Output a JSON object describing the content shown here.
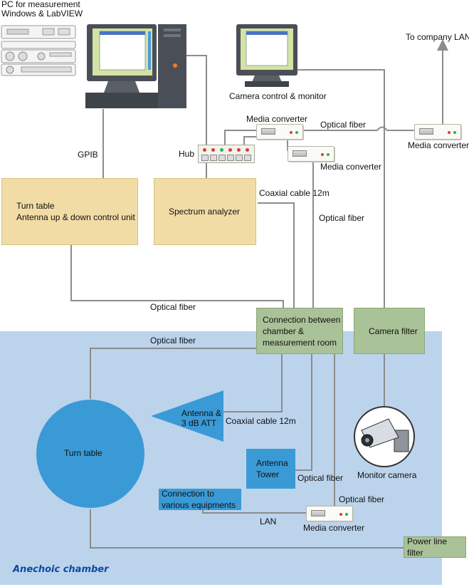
{
  "labels": {
    "pc_title_line1": "PC for measurement",
    "pc_title_line2": "Windows & LabVIEW",
    "camera_control": "Camera control & monitor",
    "to_company_lan": "To company LAN",
    "media_converter_top": "Media converter",
    "optical_fiber_top": "Optical fiber",
    "media_converter_right": "Media converter",
    "hub": "Hub",
    "media_converter_mid": "Media converter",
    "gpib": "GPIB",
    "coaxial_cable_top": "Coaxial cable 12m",
    "optical_fiber_mid": "Optical fiber",
    "optical_fiber_lower": "Optical fiber",
    "optical_fiber_chamber": "Optical fiber",
    "coaxial_cable_chamber": "Coaxial cable 12m",
    "optical_fiber_tower": "Optical fiber",
    "optical_fiber_mc": "Optical fiber",
    "lan": "LAN",
    "media_converter_bottom": "Media converter",
    "monitor_camera": "Monitor camera"
  },
  "boxes": {
    "turn_table_unit_line1": "Turn table",
    "turn_table_unit_line2": "Antenna up & down control unit",
    "spectrum_analyzer": "Spectrum analyzer",
    "connection_line1": "Connection between",
    "connection_line2": "chamber &",
    "connection_line3": "measurement room",
    "camera_filter": "Camera filter",
    "power_line_filter": "Power line filter"
  },
  "chamber": {
    "title": "Anechoic chamber",
    "turn_table": "Turn table",
    "antenna_line1": "Antenna &",
    "antenna_line2": "3 dB ATT",
    "antenna_tower_line1": "Antenna",
    "antenna_tower_line2": "Tower",
    "connection_equip_line1": "Connection to",
    "connection_equip_line2": "various equipments"
  },
  "colors": {
    "chamber_bg": "#bcd3ec",
    "equipment_blue": "#3a9ad6",
    "tan_box": "#f2dca6",
    "green_box": "#a9c297",
    "wire": "#8c8c8c",
    "title_blue": "#0d4aa6"
  }
}
